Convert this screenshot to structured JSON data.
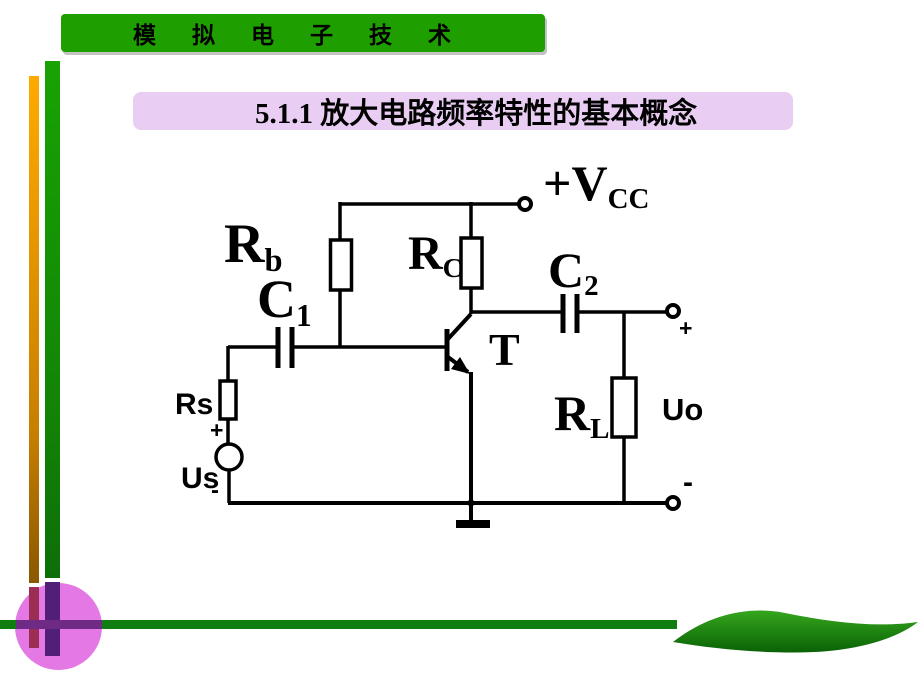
{
  "header": {
    "course_title": "模拟电子技术"
  },
  "title": {
    "text": "5.1.1 放大电路频率特性的基本概念"
  },
  "circuit": {
    "labels": {
      "rb": {
        "main": "R",
        "sub": "b"
      },
      "rc": {
        "main": "R",
        "sub": "C"
      },
      "c1": {
        "main": "C",
        "sub": "1"
      },
      "c2": {
        "main": "C",
        "sub": "2"
      },
      "rl": {
        "main": "R",
        "sub": "L"
      },
      "vcc": {
        "main": "+V",
        "sub": "CC"
      },
      "transistor": "T",
      "rs": "Rs",
      "us": "Us",
      "uo": "Uo",
      "output_plus": "+",
      "output_minus": "-",
      "source_plus": "+",
      "source_minus": "-"
    }
  },
  "colors": {
    "header_green": "#1f9e00",
    "title_lavender": "#e9cdf2",
    "bar_orange": "#ffaa00",
    "bar_green": "#18a303",
    "bar_maroon": "#9c2d55",
    "seg_purple": "#511e78",
    "line_green": "#0f7d0f",
    "hline_purple": "#6f2a85",
    "circle_orchid": "#e478e4",
    "leaf_light": "#35a61e",
    "leaf_dark": "#0a6206",
    "wire_black": "#000000"
  }
}
